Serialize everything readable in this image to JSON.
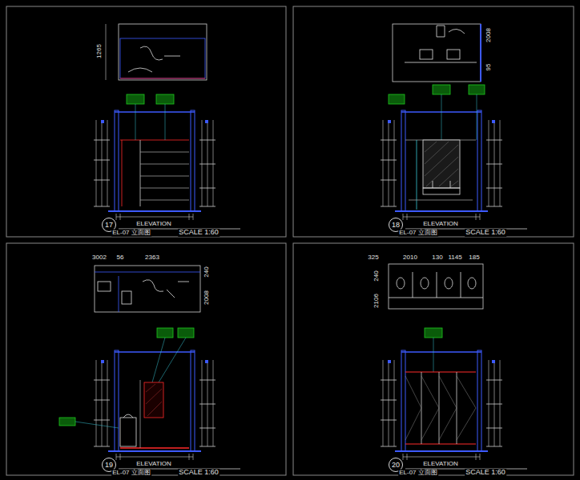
{
  "diagram": {
    "nodes": [
      {
        "text": [
          "17"
        ]
      },
      {
        "text": [
          "18"
        ]
      },
      {
        "text": [
          "19"
        ]
      },
      {
        "text": [
          "20"
        ]
      }
    ],
    "labels": [
      "ELEVATION",
      "EL-07 立面图",
      "SCALE 1:60",
      "ELEVATION",
      "EL-07 立面图",
      "SCALE 1:60",
      "ELEVATION",
      "EL-07 立面图",
      "SCALE 1:60",
      "ELEVATION",
      "EL-07 立面图",
      "SCALE 1:60",
      "1265",
      "2008",
      "95",
      "3002",
      "56",
      "2363",
      "240",
      "2008",
      "325",
      "2010",
      "130",
      "1145",
      "185",
      "2106",
      "240"
    ]
  }
}
